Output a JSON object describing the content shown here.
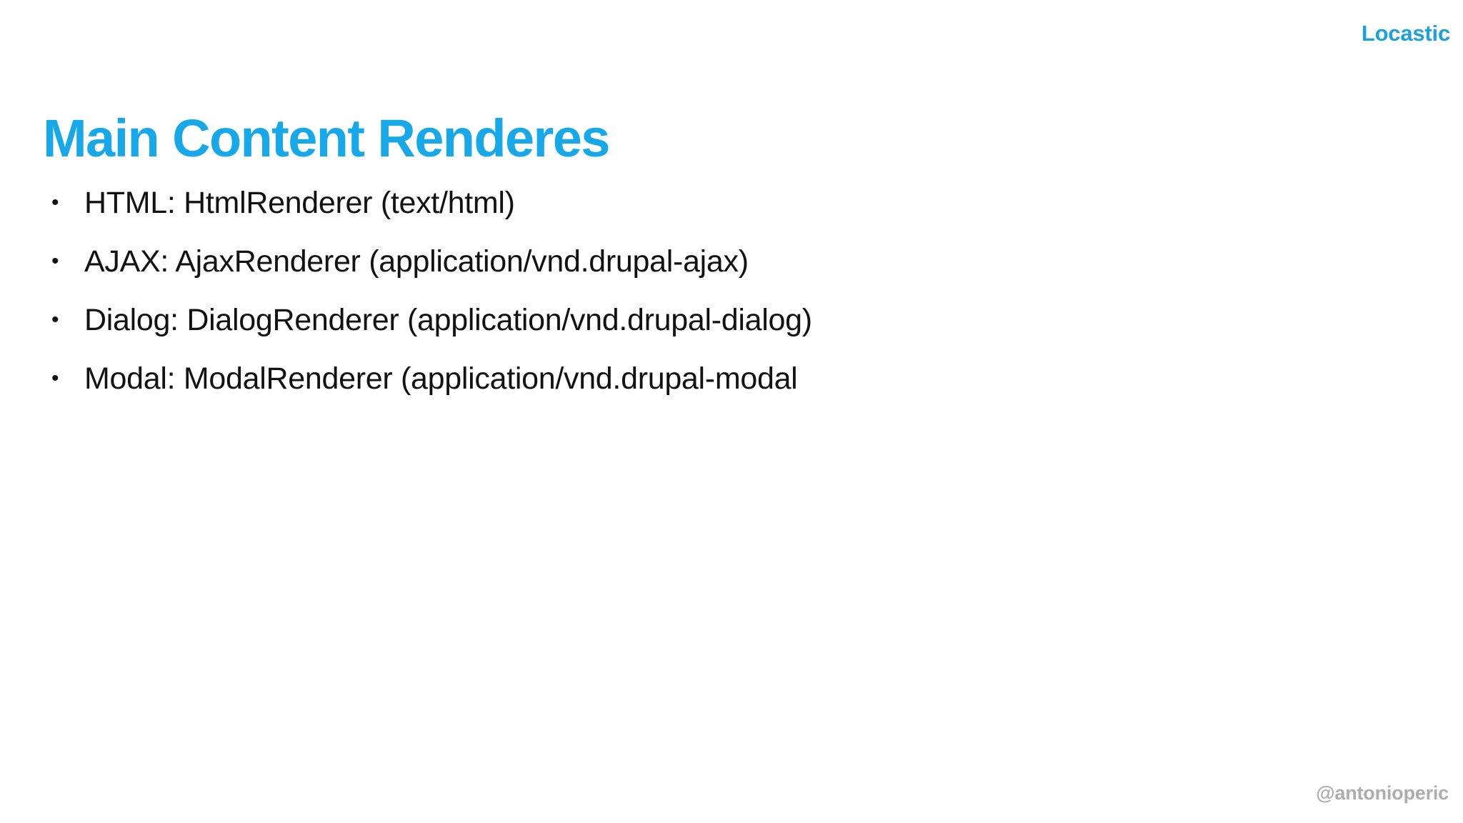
{
  "slide": {
    "title": "Main Content Renderes",
    "brand": "Locastic",
    "footer_handle": "@antonioperic",
    "bullet_marker": "•",
    "bullets": [
      {
        "text": "HTML: HtmlRenderer (text/html)"
      },
      {
        "text": "AJAX: AjaxRenderer (application/vnd.drupal-ajax)"
      },
      {
        "text": "Dialog: DialogRenderer (application/vnd.drupal-dialog)"
      },
      {
        "text": "Modal: ModalRenderer (application/vnd.drupal-modal"
      }
    ]
  },
  "colors": {
    "background": "#ffffff",
    "accent_blue": "#16a8e8",
    "brand_blue": "#1ba1dc",
    "body_text": "#121212",
    "footer_gray": "#adadad"
  }
}
